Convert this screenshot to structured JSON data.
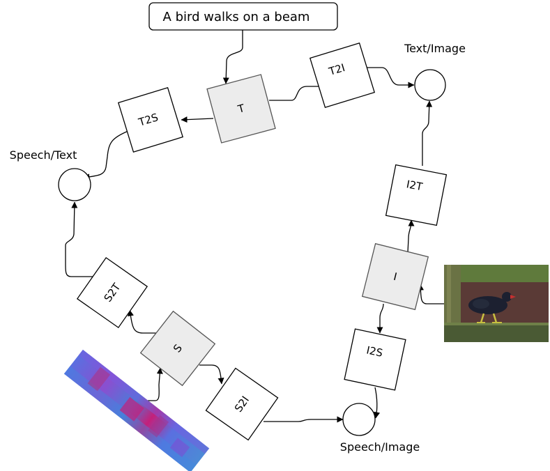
{
  "caption": "A bird walks on a beam",
  "nodes": {
    "text_image": "Text/Image",
    "speech_text": "Speech/Text",
    "speech_image": "Speech/Image"
  },
  "modalities": {
    "text": "T",
    "image": "I",
    "speech": "S"
  },
  "translators": {
    "t2i": "T2I",
    "t2s": "T2S",
    "i2t": "I2T",
    "i2s": "I2S",
    "s2t": "S2T",
    "s2i": "S2I"
  },
  "colors": {
    "modality_fill": "#ececec",
    "translator_fill": "#ffffff",
    "stroke": "#000000",
    "spectrogram_base": "#4f72d8",
    "spectrogram_hot": "#c4207a",
    "photo_background": "#3e4a2e",
    "bird": "#1c2030",
    "bird_beak": "#c43030"
  },
  "icons": {
    "bird_photo": "bird-photo",
    "spectrogram": "speech-spectrogram"
  }
}
